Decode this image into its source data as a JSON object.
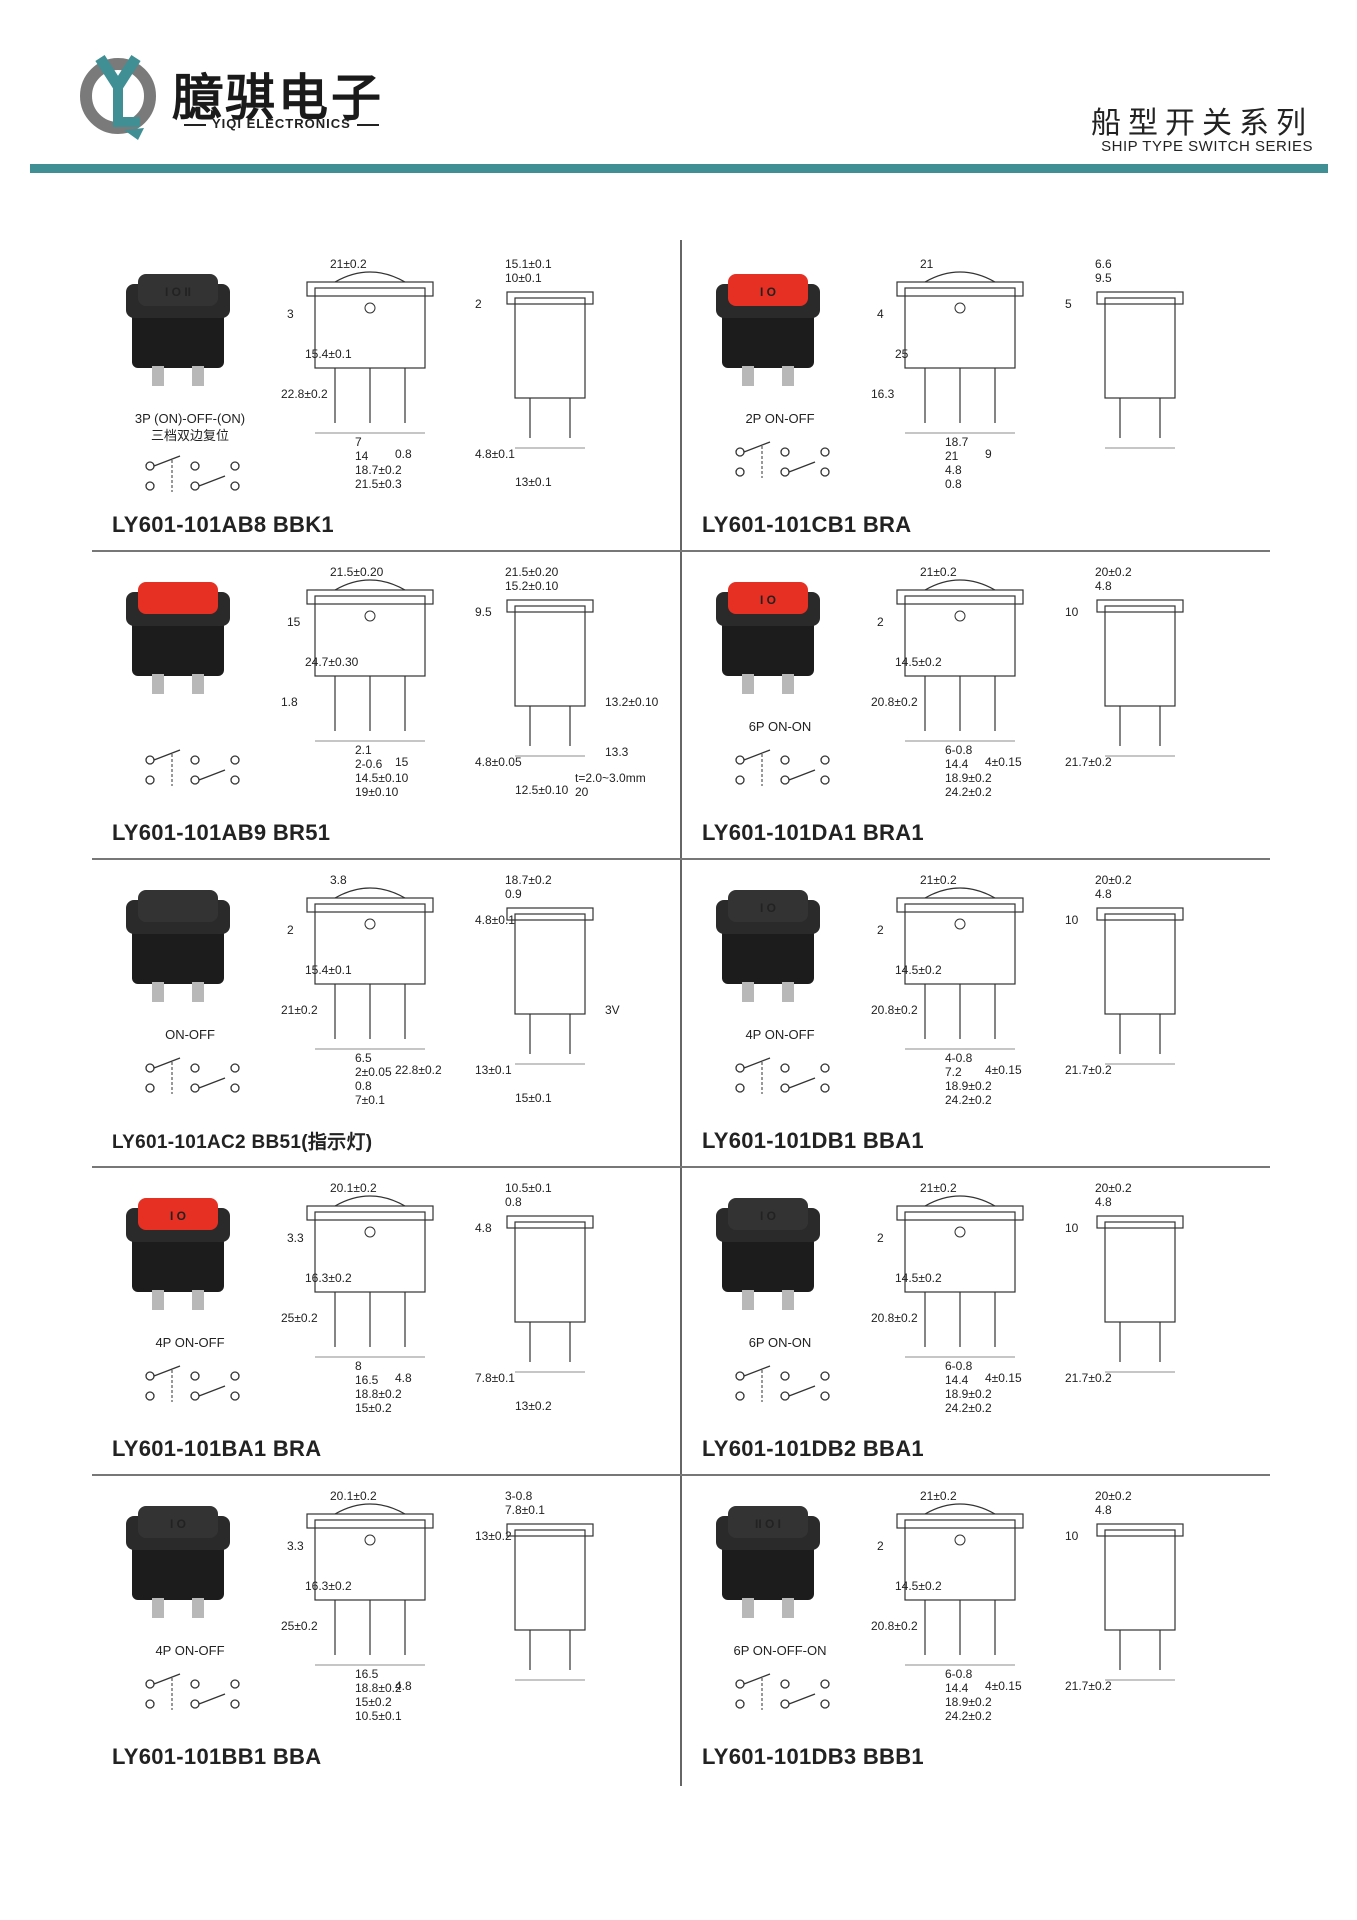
{
  "header": {
    "brand_cn": "臆骐电子",
    "brand_en": "YIQI ELECTRONICS",
    "series_cn": "船型开关系列",
    "series_en": "SHIP TYPE SWITCH SERIES"
  },
  "cells": [
    {
      "model": "LY601-101AB8  BBK1",
      "desc1": "3P  (ON)-OFF-(ON)",
      "desc2": "三档双边复位",
      "cap": "black",
      "mark": "I O II",
      "dims": [
        "21±0.2",
        "3",
        "22.8±0.2",
        "15.4±0.1",
        "0.8",
        "7",
        "14",
        "18.7±0.2",
        "21.5±0.3",
        "15.1±0.1",
        "10±0.1",
        "2",
        "4.8±0.1",
        "13±0.1"
      ]
    },
    {
      "model": "LY601-101CB1  BRA",
      "desc1": "2P  ON-OFF",
      "desc2": "",
      "cap": "red",
      "mark": "I O",
      "dims": [
        "21",
        "4",
        "16.3",
        "25",
        "9",
        "18.7",
        "21",
        "4.8",
        "0.8",
        "6.6",
        "9.5",
        "5"
      ]
    },
    {
      "model": "LY601-101AB9  BR51",
      "desc1": "",
      "desc2": "",
      "cap": "red",
      "mark": "",
      "dims": [
        "21.5±0.20",
        "15",
        "1.8",
        "24.7±0.30",
        "15",
        "2.1",
        "2-0.6",
        "14.5±0.10",
        "19±0.10",
        "21.5±0.20",
        "15.2±0.10",
        "9.5",
        "4.8±0.05",
        "12.5±0.10",
        "13.2±0.10",
        "13.3",
        "t=2.0~3.0mm",
        "20"
      ]
    },
    {
      "model": "LY601-101DA1  BRA1",
      "desc1": "6P  ON-ON",
      "desc2": "",
      "cap": "red",
      "mark": "I O",
      "dims": [
        "21±0.2",
        "2",
        "20.8±0.2",
        "14.5±0.2",
        "4±0.15",
        "6-0.8",
        "14.4",
        "18.9±0.2",
        "24.2±0.2",
        "20±0.2",
        "4.8",
        "10",
        "21.7±0.2"
      ]
    },
    {
      "model": "LY601-101AC2  BB51(指示灯)",
      "desc1": "ON-OFF",
      "desc2": "",
      "cap": "black",
      "mark": "",
      "dims": [
        "3.8",
        "2",
        "21±0.2",
        "15.4±0.1",
        "22.8±0.2",
        "6.5",
        "2±0.05",
        "0.8",
        "7±0.1",
        "18.7±0.2",
        "0.9",
        "4.8±0.1",
        "13±0.1",
        "15±0.1",
        "3V"
      ]
    },
    {
      "model": "LY601-101DB1  BBA1",
      "desc1": "4P  ON-OFF",
      "desc2": "",
      "cap": "black",
      "mark": "I O",
      "dims": [
        "21±0.2",
        "2",
        "20.8±0.2",
        "14.5±0.2",
        "4±0.15",
        "4-0.8",
        "7.2",
        "18.9±0.2",
        "24.2±0.2",
        "20±0.2",
        "4.8",
        "10",
        "21.7±0.2"
      ]
    },
    {
      "model": "LY601-101BA1  BRA",
      "desc1": "4P  ON-OFF",
      "desc2": "",
      "cap": "red",
      "mark": "I O",
      "dims": [
        "20.1±0.2",
        "3.3",
        "25±0.2",
        "16.3±0.2",
        "4.8",
        "8",
        "16.5",
        "18.8±0.2",
        "15±0.2",
        "10.5±0.1",
        "0.8",
        "4.8",
        "7.8±0.1",
        "13±0.2"
      ]
    },
    {
      "model": "LY601-101DB2  BBA1",
      "desc1": "6P  ON-ON",
      "desc2": "",
      "cap": "black",
      "mark": "I O",
      "dims": [
        "21±0.2",
        "2",
        "20.8±0.2",
        "14.5±0.2",
        "4±0.15",
        "6-0.8",
        "14.4",
        "18.9±0.2",
        "24.2±0.2",
        "20±0.2",
        "4.8",
        "10",
        "21.7±0.2"
      ]
    },
    {
      "model": "LY601-101BB1  BBA",
      "desc1": "4P  ON-OFF",
      "desc2": "",
      "cap": "black",
      "mark": "I O",
      "dims": [
        "20.1±0.2",
        "3.3",
        "25±0.2",
        "16.3±0.2",
        "4.8",
        "16.5",
        "18.8±0.2",
        "15±0.2",
        "10.5±0.1",
        "3-0.8",
        "7.8±0.1",
        "13±0.2"
      ]
    },
    {
      "model": "LY601-101DB3  BBB1",
      "desc1": "6P  ON-OFF-ON",
      "desc2": "",
      "cap": "black",
      "mark": "II O I",
      "dims": [
        "21±0.2",
        "2",
        "20.8±0.2",
        "14.5±0.2",
        "4±0.15",
        "6-0.8",
        "14.4",
        "18.9±0.2",
        "24.2±0.2",
        "20±0.2",
        "4.8",
        "10",
        "21.7±0.2"
      ]
    }
  ]
}
